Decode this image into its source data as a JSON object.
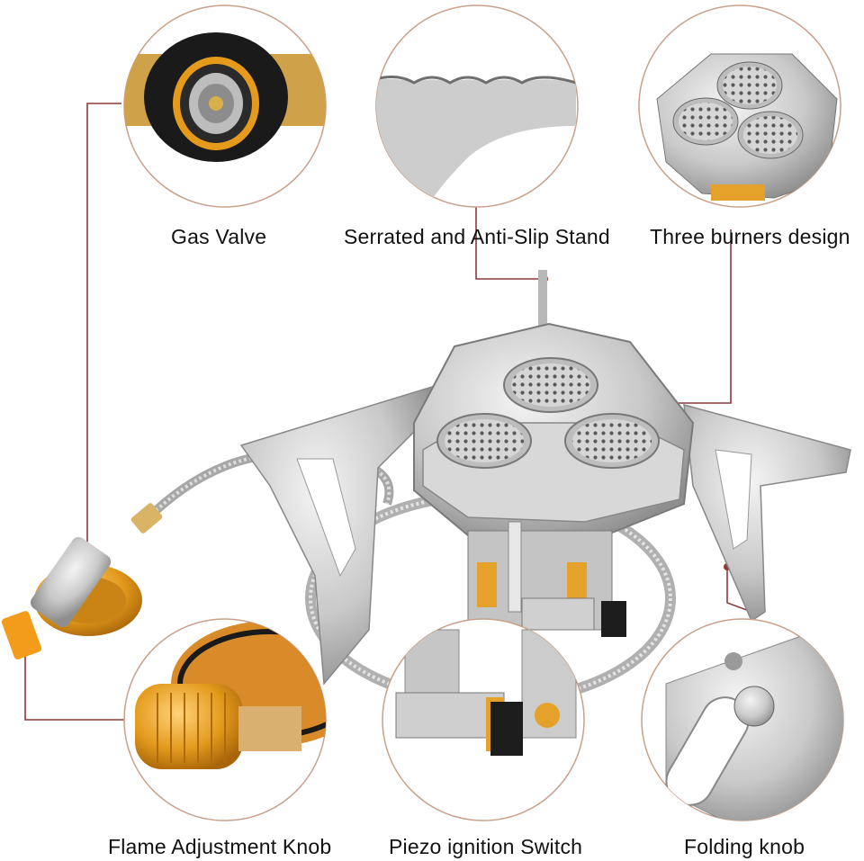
{
  "labels": {
    "gas_valve": "Gas Valve",
    "anti_slip_stand": "Serrated and Anti-Slip Stand",
    "three_burners": "Three burners design",
    "flame_knob": "Flame Adjustment Knob",
    "piezo_switch": "Piezo ignition Switch",
    "folding_knob": "Folding knob"
  },
  "colors": {
    "leader_line": "#8b3a3a",
    "circle_border": "#c9a08a",
    "metal": "#c8c8c8",
    "brass": "#e09a1a",
    "black_rubber": "#1a1a1a"
  }
}
